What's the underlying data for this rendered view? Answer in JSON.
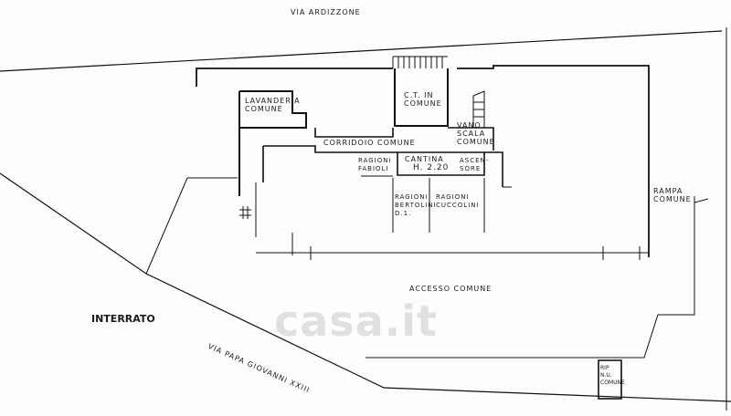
{
  "streets": {
    "top": "VIA ARDIZZONE",
    "bottom": "VIA PAPA GIOVANNI XXIII"
  },
  "level_label": "INTERRATO",
  "rooms": {
    "laundry": [
      "LAVANDERIA",
      "COMUNE"
    ],
    "boiler": [
      "C.T. IN",
      "COMUNE"
    ],
    "stairwell": [
      "VANO",
      "SCALA",
      "COMUNE"
    ],
    "corridor": "CORRIDOIO COMUNE",
    "cellar": "CANTINA",
    "cellar_height": "H. 2.20",
    "lift": [
      "ASCEN-",
      "SORE"
    ],
    "fabioli": [
      "RAGIONI",
      "FABIOLI"
    ],
    "bertolini": [
      "RAGIONI",
      "BERTOLINI",
      "D.1."
    ],
    "cuccolini": [
      "RAGIONI",
      "CUCCOLINI"
    ],
    "ramp": [
      "RAMPA",
      "COMUNE"
    ],
    "access": "ACCESSO COMUNE",
    "waste": [
      "RIP",
      "N.U.",
      "COMUNE"
    ]
  },
  "watermark": "casa.it"
}
